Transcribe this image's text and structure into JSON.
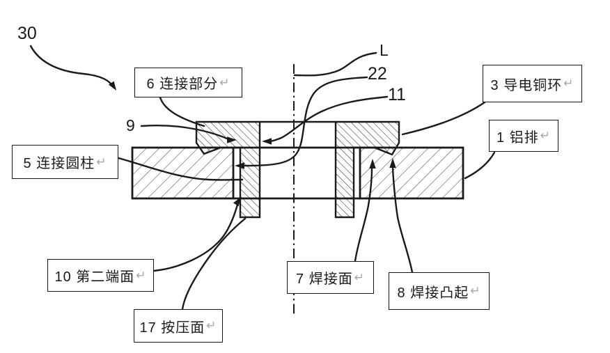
{
  "colors": {
    "line": "#1a1a1a",
    "hatch_ring": "#2a2a2a",
    "hatch_bar": "#4a4a4a",
    "return_mark": "#a8a8a8",
    "background": "#ffffff"
  },
  "labels": {
    "fig": {
      "text": "30"
    },
    "axis": {
      "text": "L"
    },
    "n9": {
      "text": "9"
    },
    "n22": {
      "text": "22"
    },
    "n11": {
      "text": "11"
    },
    "b6": {
      "text": "6 连接部分",
      "mark": "↵"
    },
    "b5": {
      "text": "5 连接圆柱",
      "mark": "↵"
    },
    "b3": {
      "text": "3 导电铜环",
      "mark": "↵"
    },
    "b1": {
      "text": "1 铝排",
      "mark": "↵"
    },
    "b10": {
      "text": "10 第二端面",
      "mark": "↵"
    },
    "b7": {
      "text": "7 焊接面",
      "mark": "↵"
    },
    "b8": {
      "text": "8 焊接凸起",
      "mark": "↵"
    },
    "b17": {
      "text": "17 按压面",
      "mark": "↵"
    }
  }
}
